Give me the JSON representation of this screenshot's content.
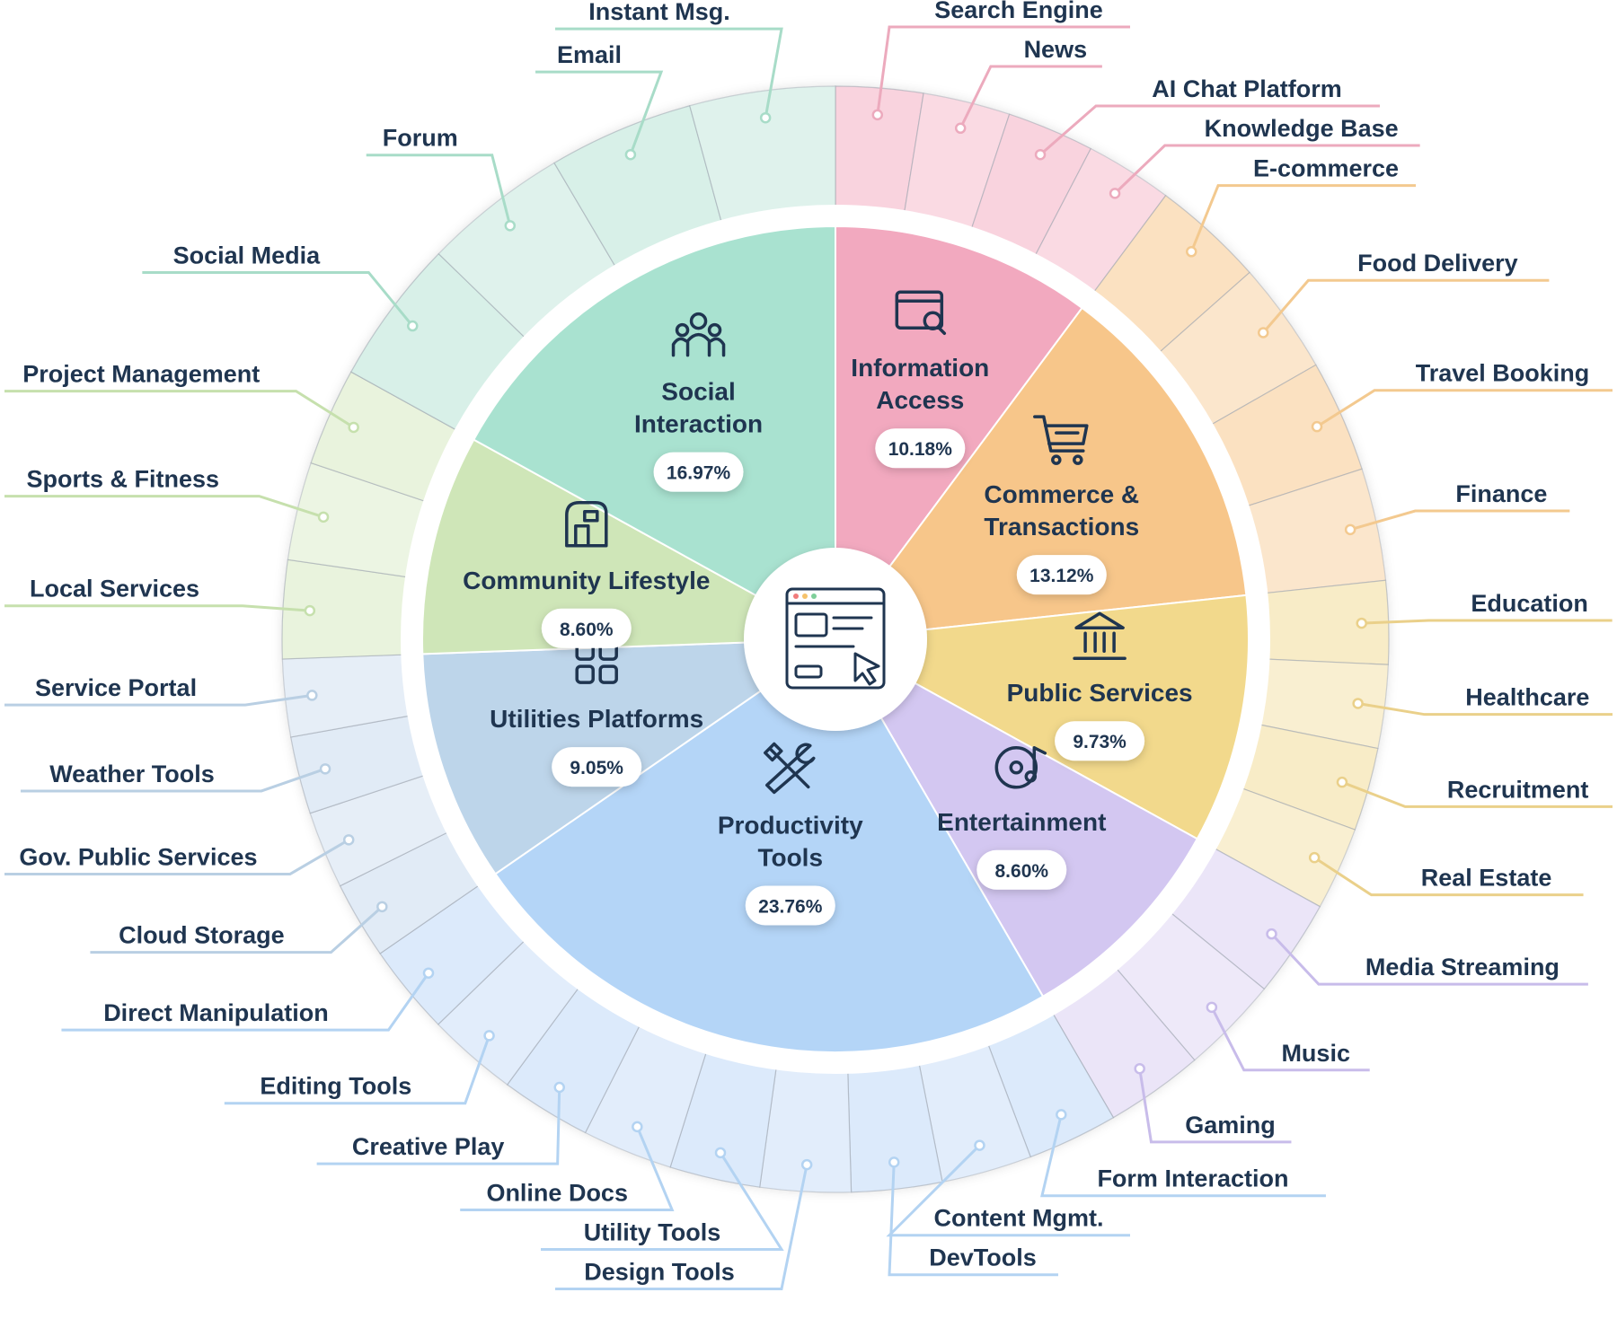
{
  "chart_data": {
    "type": "sunburst",
    "categories": [
      {
        "name": "Information Access",
        "percent": "10.18%",
        "value": 10.18,
        "color": "#f2a9bf",
        "outer_color": "#f9d3de",
        "leader_color": "#ecaabd",
        "icon": "browser-search-icon",
        "subcategories": [
          "Search Engine",
          "News",
          "AI Chat Platform",
          "Knowledge Base"
        ]
      },
      {
        "name": "Commerce & Transactions",
        "percent": "13.12%",
        "value": 13.12,
        "color": "#f7c68a",
        "outer_color": "#fbe1c1",
        "leader_color": "#f3c98f",
        "icon": "shopping-cart-icon",
        "subcategories": [
          "E-commerce",
          "Food Delivery",
          "Travel Booking",
          "Finance"
        ]
      },
      {
        "name": "Public Services",
        "percent": "9.73%",
        "value": 9.73,
        "color": "#f2d98c",
        "outer_color": "#f8ecc7",
        "leader_color": "#ead08a",
        "icon": "government-building-icon",
        "subcategories": [
          "Education",
          "Healthcare",
          "Recruitment",
          "Real Estate"
        ]
      },
      {
        "name": "Entertainment",
        "percent": "8.60%",
        "value": 8.6,
        "color": "#d3c7f1",
        "outer_color": "#ebe5f8",
        "leader_color": "#c8bcea",
        "icon": "music-disc-icon",
        "subcategories": [
          "Media Streaming",
          "Music",
          "Gaming"
        ]
      },
      {
        "name": "Productivity Tools",
        "percent": "23.76%",
        "value": 23.76,
        "color": "#b4d5f7",
        "outer_color": "#dceafb",
        "leader_color": "#b3d3f2",
        "icon": "tools-icon",
        "subcategories": [
          "Form Interaction",
          "Content Mgmt.",
          "DevTools",
          "Design Tools",
          "Utility Tools",
          "Online Docs",
          "Creative Play",
          "Editing Tools",
          "Direct Manipulation"
        ]
      },
      {
        "name": "Utilities Platforms",
        "percent": "9.05%",
        "value": 9.05,
        "color": "#bdd5ea",
        "outer_color": "#e1ebf6",
        "leader_color": "#b9cfe3",
        "icon": "grid-apps-icon",
        "subcategories": [
          "Cloud Storage",
          "Gov. Public Services",
          "Weather Tools",
          "Service Portal"
        ]
      },
      {
        "name": "Community Lifestyle",
        "percent": "8.60%",
        "value": 8.6,
        "color": "#cfe6b8",
        "outer_color": "#e9f3dd",
        "leader_color": "#c6e0ad",
        "icon": "building-icon",
        "subcategories": [
          "Local Services",
          "Sports & Fitness",
          "Project Management"
        ]
      },
      {
        "name": "Social Interaction",
        "percent": "16.97%",
        "value": 16.97,
        "color": "#a9e2d0",
        "outer_color": "#d8f0e8",
        "leader_color": "#a8dcc8",
        "icon": "people-group-icon",
        "subcategories": [
          "Social Media",
          "Forum",
          "Email",
          "Instant Msg."
        ]
      }
    ],
    "center_icon": "web-browser-cursor-icon"
  }
}
